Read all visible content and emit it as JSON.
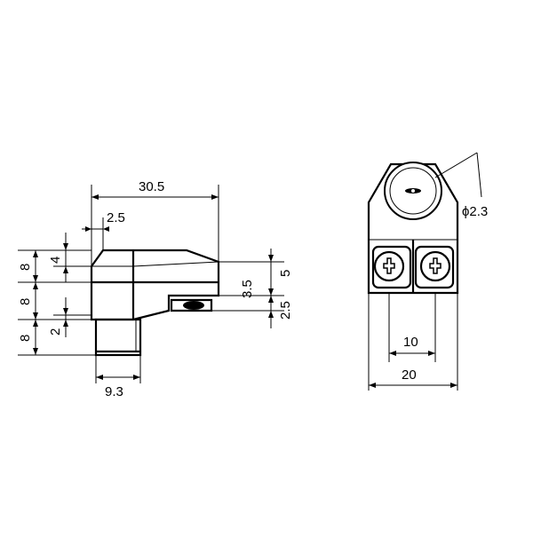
{
  "side_view": {
    "dims": {
      "overall_length": "30.5",
      "offset": "2.5",
      "height_top": "8",
      "height_mid": "8",
      "height_bottom": "8",
      "taper": "4",
      "small_offset": "2",
      "plug_width": "9.3",
      "right_total": "5",
      "right_upper": "3.5",
      "right_lower": "2.5"
    }
  },
  "end_view": {
    "dims": {
      "hole_diameter": "ϕ2.3",
      "screw_pitch": "10",
      "overall_width": "20"
    }
  }
}
